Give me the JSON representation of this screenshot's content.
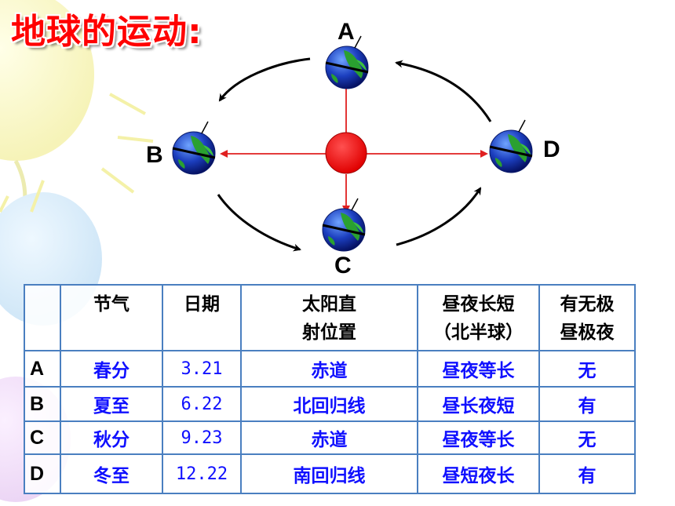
{
  "title": "地球的运动:",
  "positions": {
    "A": "A",
    "B": "B",
    "C": "C",
    "D": "D"
  },
  "colors": {
    "title": "#ff0000",
    "sun": "#ff0000",
    "arrow": "#e02020",
    "table_text": "#1010ff",
    "table_border": "#4a7fc0"
  },
  "table": {
    "headers": [
      "",
      "节气",
      "日期",
      "太阳直射位置",
      "昼夜长短（北半球）",
      "有无极昼极夜"
    ],
    "header_lines": {
      "col3": [
        "太阳直",
        "射位置"
      ],
      "col4": [
        "昼夜长短",
        "（北半球）"
      ],
      "col5": [
        "有无极",
        "昼极夜"
      ]
    },
    "rows": [
      {
        "key": "A",
        "term": "春分",
        "date": "3.21",
        "direct": "赤道",
        "daylength": "昼夜等长",
        "polar": "无"
      },
      {
        "key": "B",
        "term": "夏至",
        "date": "6.22",
        "direct": "北回归线",
        "daylength": "昼长夜短",
        "polar": "有"
      },
      {
        "key": "C",
        "term": "秋分",
        "date": "9.23",
        "direct": "赤道",
        "daylength": "昼夜等长",
        "polar": "无"
      },
      {
        "key": "D",
        "term": "冬至",
        "date": "12.22",
        "direct": "南回归线",
        "daylength": "昼短夜长",
        "polar": "有"
      }
    ]
  }
}
